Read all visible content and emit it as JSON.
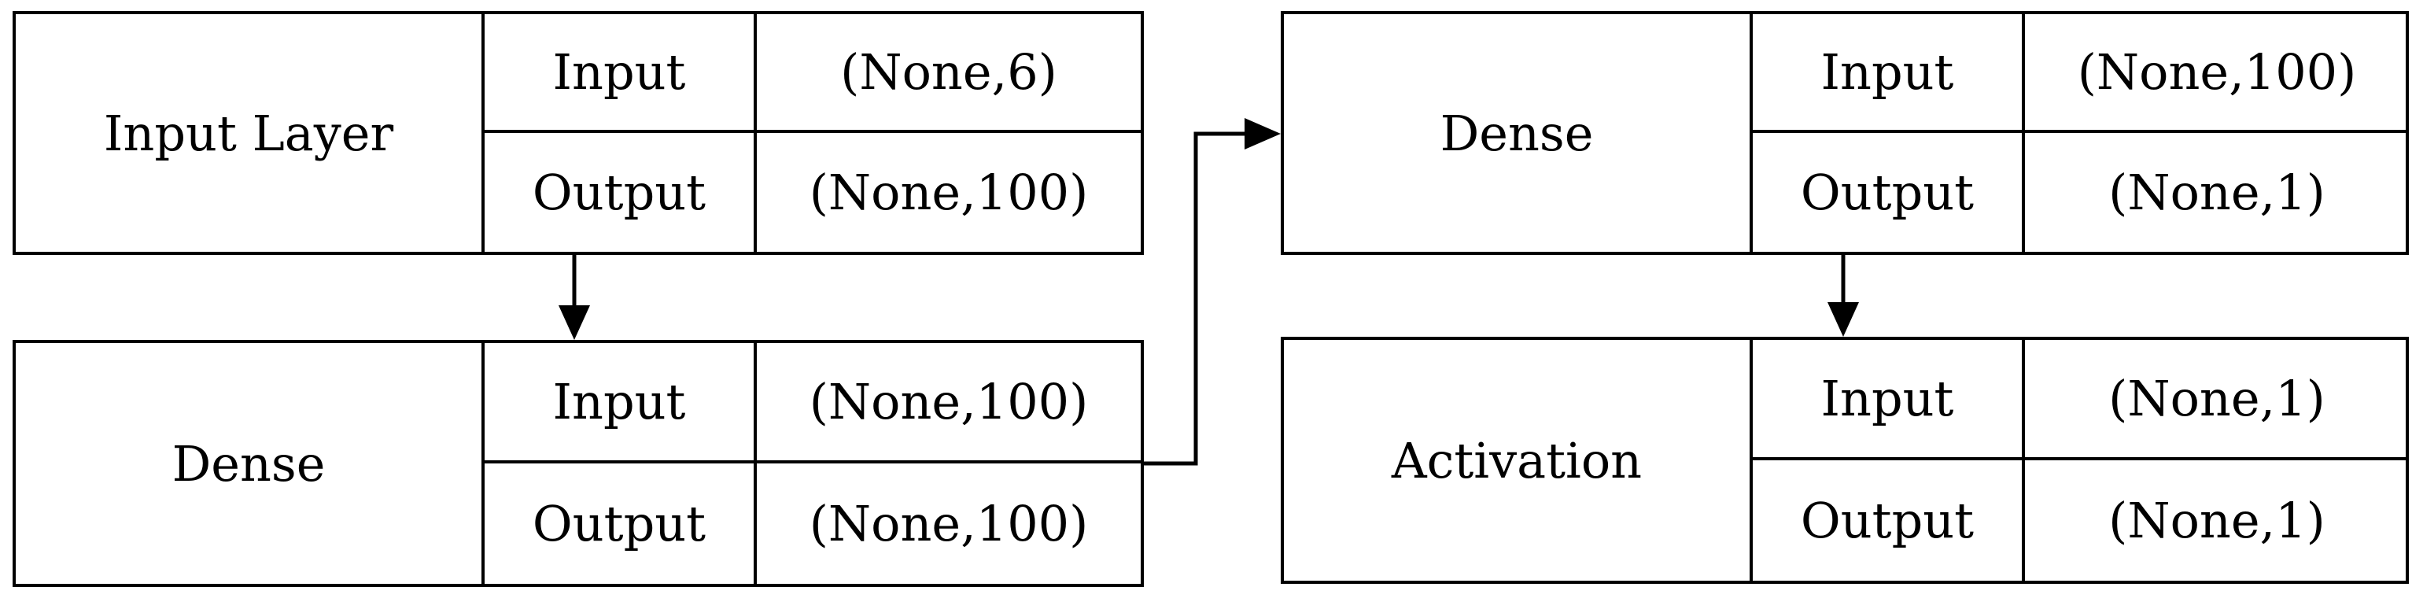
{
  "blocks": [
    {
      "name": "Input Layer",
      "input_label": "Input",
      "input_value": "(None,6)",
      "output_label": "Output",
      "output_value": "(None,100)"
    },
    {
      "name": "Dense",
      "input_label": "Input",
      "input_value": "(None,100)",
      "output_label": "Output",
      "output_value": "(None,100)"
    },
    {
      "name": "Dense",
      "input_label": "Input",
      "input_value": "(None,100)",
      "output_label": "Output",
      "output_value": "(None,1)"
    },
    {
      "name": "Activation",
      "input_label": "Input",
      "input_value": "(None,1)",
      "output_label": "Output",
      "output_value": "(None,1)"
    }
  ],
  "colors": {
    "line": "#000000",
    "background": "#ffffff"
  }
}
